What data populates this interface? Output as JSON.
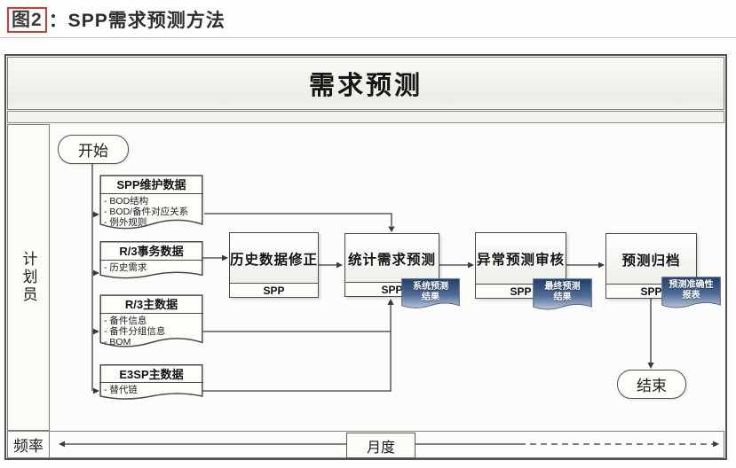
{
  "figure": {
    "label": "图2",
    "title_rest": "：SPP需求预测方法"
  },
  "diagram": {
    "header": "需求预测",
    "planner_lane": "计划员",
    "frequency_lane": "频率",
    "frequency_value": "月度",
    "start_label": "开始",
    "end_label": "结束",
    "data_docs": [
      {
        "title": "SPP维护数据",
        "items": [
          "- BOD结构",
          "- BOD/备件对应关系",
          "- 例外规则"
        ]
      },
      {
        "title": "R/3事务数据",
        "items": [
          "- 历史需求"
        ]
      },
      {
        "title": "R/3主数据",
        "items": [
          "- 备件信息",
          "- 备件分组信息",
          "- BOM"
        ]
      },
      {
        "title": "E3SP主数据",
        "items": [
          "- 替代链"
        ]
      }
    ],
    "processes": [
      {
        "label": "历史数据修正",
        "system": "SPP"
      },
      {
        "label": "统计需求预测",
        "system": "SPP"
      },
      {
        "label": "异常预测审核",
        "system": "SPP"
      },
      {
        "label": "预测归档",
        "system": "SPP"
      }
    ],
    "outputs": [
      {
        "line1": "系统预测",
        "line2": "结果"
      },
      {
        "line1": "最终预测",
        "line2": "结果"
      },
      {
        "line1": "预测准确性",
        "line2": "报表"
      }
    ]
  },
  "colors": {
    "figure_label_red": "#d43b2c",
    "connector_line": "#3a3a3a",
    "output_doc_top": "#1f3e68",
    "output_doc_mid": "#4f6b96",
    "output_doc_bottom": "#b9c6d8"
  }
}
